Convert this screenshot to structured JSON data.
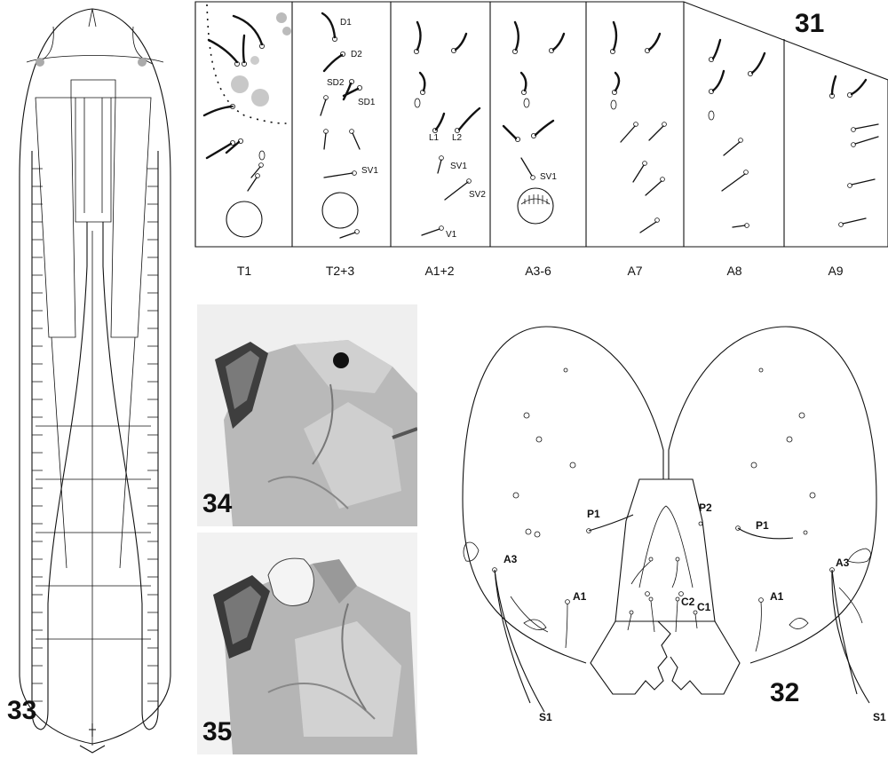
{
  "figure_numbers": {
    "f31": "31",
    "f32": "32",
    "f33": "33",
    "f34": "34",
    "f35": "35"
  },
  "fig31": {
    "segments": [
      "T1",
      "T2+3",
      "A1+2",
      "A3-6",
      "A7",
      "A8",
      "A9"
    ],
    "setae": {
      "d1": "D1",
      "d2": "D2",
      "sd2": "SD2",
      "sd1": "SD1",
      "sv1_t": "SV1",
      "l1": "L1",
      "l2": "L2",
      "sv1_a12": "SV1",
      "sv2": "SV2",
      "v1": "V1",
      "sv1_a36": "SV1"
    }
  },
  "fig32": {
    "labels": {
      "p1_left": "P1",
      "p2": "P2",
      "p1_right": "P1",
      "a3_left": "A3",
      "a3_right": "A3",
      "a1_left": "A1",
      "a1_right": "A1",
      "c2": "C2",
      "c1": "C1",
      "s1_left": "S1",
      "s1_right": "S1"
    }
  }
}
